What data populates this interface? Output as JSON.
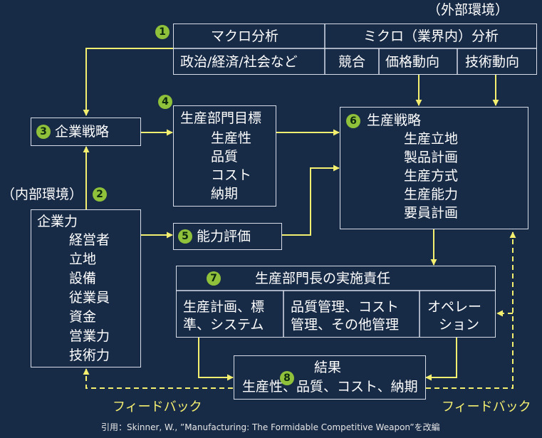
{
  "external_env_label": "（外部環境）",
  "internal_env_label": "（内部環境）",
  "badges": [
    "1",
    "2",
    "3",
    "4",
    "5",
    "6",
    "7",
    "8"
  ],
  "macro": {
    "header": "マクロ分析",
    "item": "政治/経済/社会など"
  },
  "micro": {
    "header": "ミクロ（業界内）分析",
    "items": [
      "競合",
      "価格動向",
      "技術動向"
    ]
  },
  "corporate_strategy": "企業戦略",
  "production_goals": {
    "title": "生産部門目標",
    "items": [
      "生産性",
      "品質",
      "コスト",
      "納期"
    ]
  },
  "production_strategy": {
    "title": "生産戦略",
    "items": [
      "生産立地",
      "製品計画",
      "生産方式",
      "生産能力",
      "要員計画"
    ]
  },
  "capability": {
    "title": "企業力",
    "items": [
      "経営者",
      "立地",
      "設備",
      "従業員",
      "資金",
      "営業力",
      "技術力"
    ]
  },
  "capability_eval": "能力評価",
  "manager_resp": {
    "title": "生産部門長の実施責任",
    "cells": [
      [
        "生産計画、標",
        "準、システム"
      ],
      [
        "品質管理、コスト",
        "管理、その他管理"
      ],
      [
        "オペレー",
        "ション"
      ]
    ]
  },
  "result": {
    "title": "結果",
    "line": "生産性、品質、コスト、納期"
  },
  "feedback_left": "フィードバック",
  "feedback_right": "フィードバック",
  "citation": "引用：Skinner, W., ”Manufacturing: The Formidable Competitive Weapon”を改編",
  "colors": {
    "background": "#172a46",
    "arrow": "#f5ef70",
    "border": "#d6dde8",
    "badge": "#8fc13a"
  }
}
